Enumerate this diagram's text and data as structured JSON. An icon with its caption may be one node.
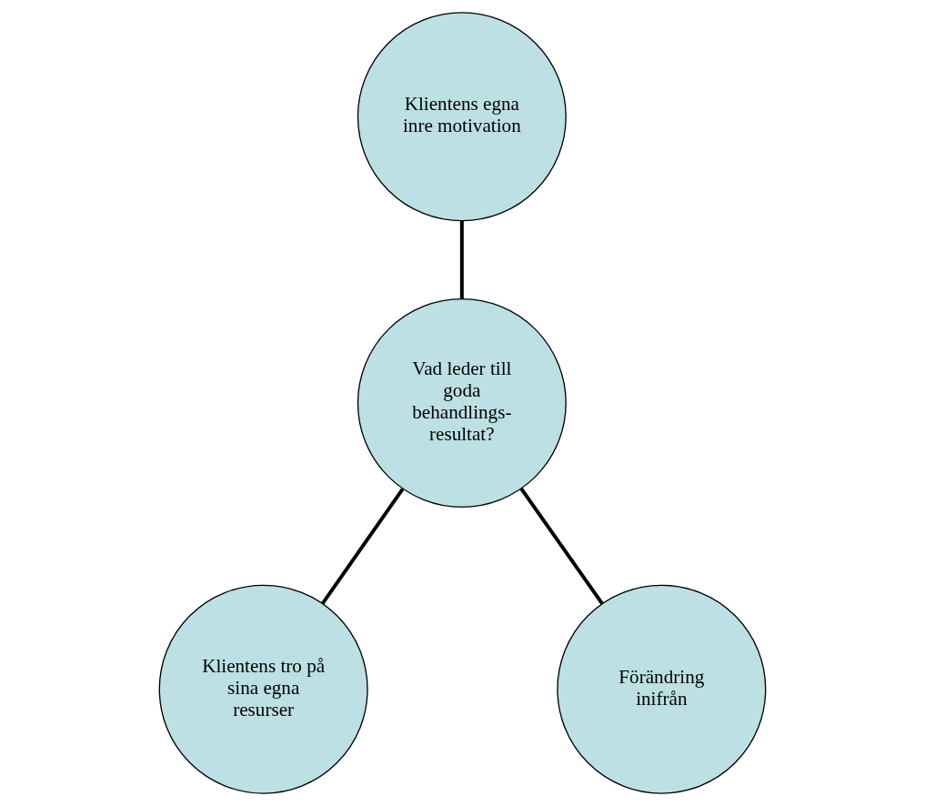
{
  "diagram": {
    "nodes": [
      {
        "text": [
          "Klientens egna inre motivation"
        ]
      },
      {
        "text": [
          "Vad leder till goda behandlings- resultat?"
        ]
      },
      {
        "text": [
          "Klientens tro på sina egna resurser"
        ]
      },
      {
        "text": [
          "Förändring inifrån"
        ]
      }
    ],
    "edges": [
      {
        "from": 0,
        "to": 1,
        "arrow": "none"
      },
      {
        "from": 1,
        "to": 2,
        "arrow": "none"
      },
      {
        "from": 1,
        "to": 3,
        "arrow": "none"
      }
    ]
  }
}
